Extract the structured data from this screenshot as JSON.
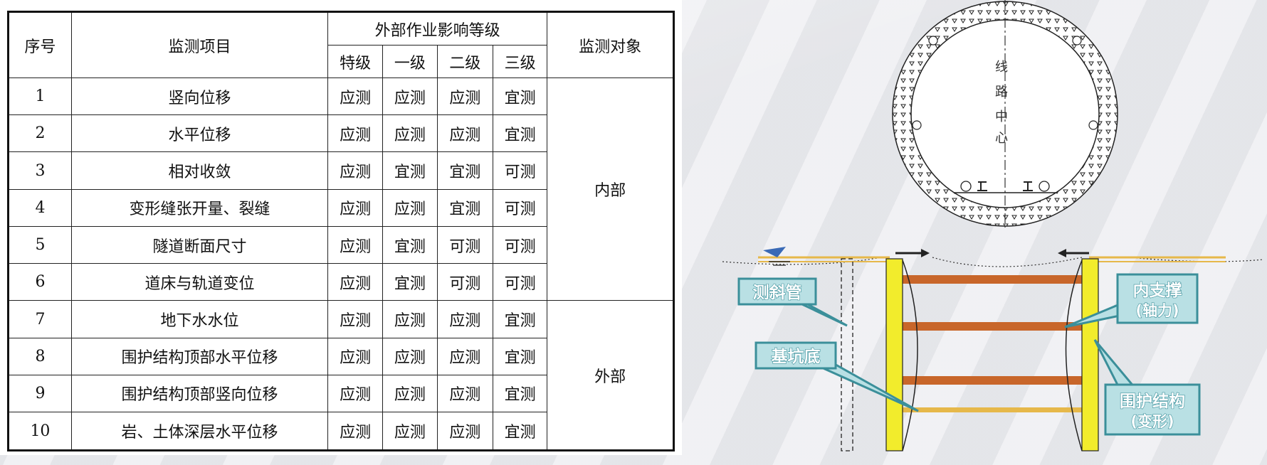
{
  "table": {
    "headers": {
      "no": "序号",
      "item": "监测项目",
      "level_group": "外部作业影响等级",
      "levels": [
        "特级",
        "一级",
        "二级",
        "三级"
      ],
      "target": "监测对象"
    },
    "rows": [
      {
        "no": "1",
        "item": "竖向位移",
        "values": [
          "应测",
          "应测",
          "应测",
          "宜测"
        ]
      },
      {
        "no": "2",
        "item": "水平位移",
        "values": [
          "应测",
          "应测",
          "应测",
          "宜测"
        ]
      },
      {
        "no": "3",
        "item": "相对收敛",
        "values": [
          "应测",
          "宜测",
          "宜测",
          "可测"
        ]
      },
      {
        "no": "4",
        "item": "变形缝张开量、裂缝",
        "values": [
          "应测",
          "应测",
          "宜测",
          "可测"
        ]
      },
      {
        "no": "5",
        "item": "隧道断面尺寸",
        "values": [
          "应测",
          "宜测",
          "可测",
          "可测"
        ]
      },
      {
        "no": "6",
        "item": "道床与轨道变位",
        "values": [
          "应测",
          "宜测",
          "可测",
          "可测"
        ]
      },
      {
        "no": "7",
        "item": "地下水水位",
        "values": [
          "应测",
          "应测",
          "应测",
          "宜测"
        ]
      },
      {
        "no": "8",
        "item": "围护结构顶部水平位移",
        "values": [
          "应测",
          "应测",
          "应测",
          "宜测"
        ]
      },
      {
        "no": "9",
        "item": "围护结构顶部竖向位移",
        "values": [
          "应测",
          "应测",
          "应测",
          "宜测"
        ]
      },
      {
        "no": "10",
        "item": "岩、土体深层水平位移",
        "values": [
          "应测",
          "应测",
          "应测",
          "宜测"
        ]
      }
    ],
    "targets": {
      "internal": "内部",
      "external": "外部"
    }
  },
  "diagram": {
    "tunnel_label": [
      "线",
      "路",
      "中",
      "心"
    ],
    "callouts": {
      "inclinometer": "测斜管",
      "pit_bottom": "基坑底",
      "strut": [
        "内支撑",
        "(轴力)"
      ],
      "retaining": [
        "围护结构",
        "(变形)"
      ]
    },
    "colors": {
      "wall": "#f2ec2c",
      "strut": "#c8662a",
      "bottom": "#e6b84a",
      "callout_fill": "#b9e0e4",
      "callout_border": "#3b8f9a"
    }
  }
}
